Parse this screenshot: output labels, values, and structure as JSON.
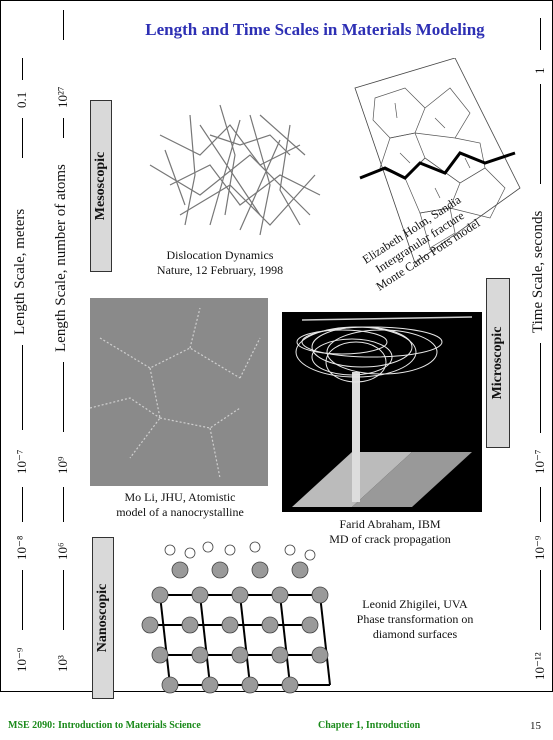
{
  "title": "Length and Time Scales in Materials Modeling",
  "left_axes": {
    "length_meters_label": "Length Scale, meters",
    "length_atoms_label": "Length Scale, number of atoms",
    "meters_ticks": [
      "0.1",
      "10⁻⁷",
      "10⁻⁸",
      "10⁻⁹"
    ],
    "atoms_ticks": [
      "10²⁷",
      "10⁹",
      "10⁶",
      "10³"
    ]
  },
  "right_axis": {
    "label": "Time Scale, seconds",
    "ticks": [
      "1",
      "10⁻⁷",
      "10⁻⁹",
      "10⁻¹²"
    ]
  },
  "scale_boxes": {
    "mesoscopic": "Mesoscopic",
    "microscopic": "Microscopic",
    "nanoscopic": "Nanoscopic"
  },
  "captions": {
    "dislocation": [
      "Dislocation Dynamics",
      "Nature, 12 February, 1998"
    ],
    "holm": [
      "Elizabeth Holm, Sandia",
      "Intergranular fracture",
      "Monte Carlo Potts model"
    ],
    "moli": [
      "Mo Li, JHU, Atomistic",
      "model of  a nanocrystalline"
    ],
    "abraham": [
      "Farid Abraham, IBM",
      "MD of crack propagation"
    ],
    "zhigilei": [
      "Leonid Zhigilei, UVA",
      "Phase transformation on",
      "diamond surfaces"
    ]
  },
  "footer": {
    "course": "MSE 2090: Introduction to Materials Science",
    "chapter": "Chapter 1, Introduction",
    "page": "15"
  }
}
